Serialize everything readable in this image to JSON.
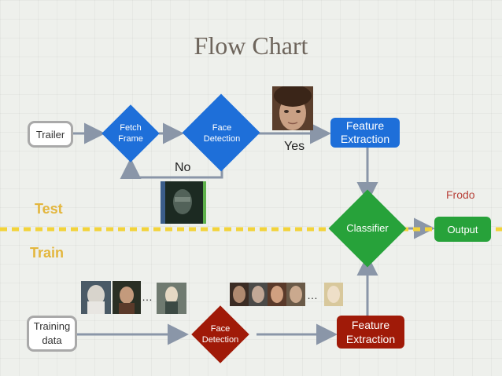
{
  "title": "Flow Chart",
  "test_flow": {
    "trailer": "Trailer",
    "fetch_frame": "Fetch\nFrame",
    "face_detection": "Face\nDetection",
    "yes_label": "Yes",
    "no_label": "No",
    "feature_extraction": "Feature\nExtraction",
    "classifier": "Classifier",
    "output": "Output",
    "result_label": "Frodo"
  },
  "sections": {
    "test": "Test",
    "train": "Train"
  },
  "train_flow": {
    "training_data": "Training\ndata",
    "face_detection": "Face\nDetection",
    "feature_extraction": "Feature\nExtraction",
    "ellipsis_1": "…",
    "ellipsis_2": "…"
  },
  "colors": {
    "blue": "#1e6fd9",
    "green": "#27a23a",
    "red": "#a01a08",
    "divider": "#f2d33b",
    "arrow": "#8a96a8"
  },
  "images": {
    "face_yes": "face-photo",
    "face_no": "blurry-frame-photo",
    "training_set_1": "character-photos",
    "training_set_2": "face-crop-photos"
  }
}
